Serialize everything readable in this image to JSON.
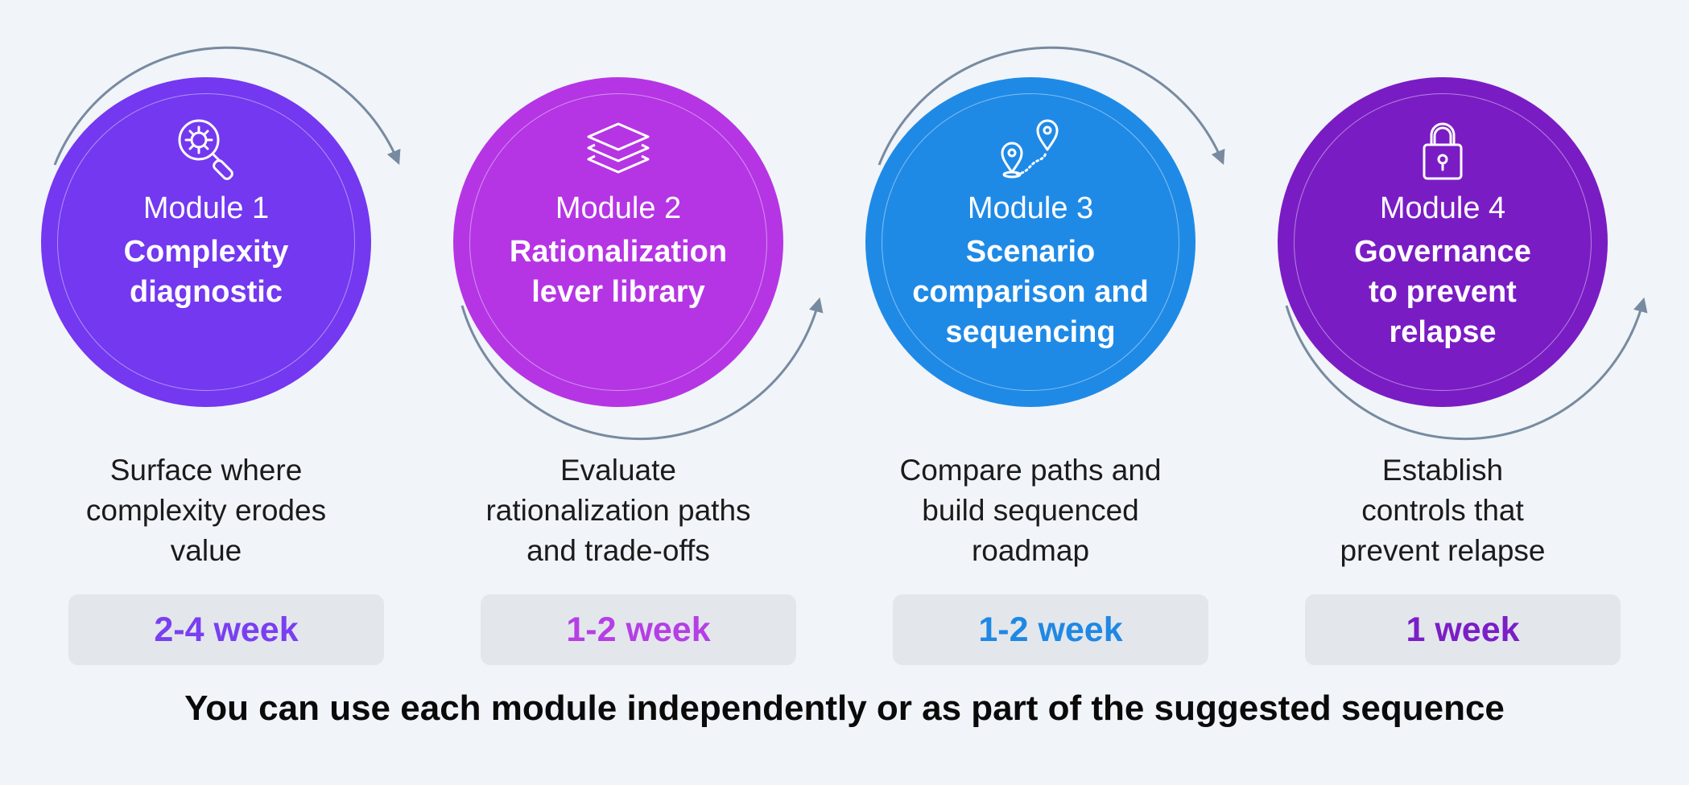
{
  "modules": [
    {
      "label": "Module 1",
      "title_lines": [
        "Complexity",
        "diagnostic"
      ],
      "description_lines": [
        "Surface where",
        "complexity erodes",
        "value"
      ],
      "duration": "2-4 week",
      "color": "#7338f0",
      "duration_color": "#7a3ff0",
      "icon": "gear-magnifier-icon"
    },
    {
      "label": "Module 2",
      "title_lines": [
        "Rationalization",
        "lever library"
      ],
      "description_lines": [
        "Evaluate",
        "rationalization paths",
        "and trade-offs"
      ],
      "duration": "1-2 week",
      "color": "#b535e4",
      "duration_color": "#b53fe4",
      "icon": "layers-icon"
    },
    {
      "label": "Module 3",
      "title_lines": [
        "Scenario",
        "comparison and",
        "sequencing"
      ],
      "description_lines": [
        "Compare paths and",
        "build sequenced",
        "roadmap"
      ],
      "duration": "1-2 week",
      "color": "#1f8ae6",
      "duration_color": "#1f88e4",
      "icon": "route-pins-icon"
    },
    {
      "label": "Module 4",
      "title_lines": [
        "Governance",
        "to prevent",
        "relapse"
      ],
      "description_lines": [
        "Establish",
        "controls that",
        "prevent relapse"
      ],
      "duration": "1 week",
      "color": "#7a1cc4",
      "duration_color": "#7b1ec6",
      "icon": "padlock-icon"
    }
  ],
  "footer": "You can use each module independently or as part of the suggested sequence",
  "colors": {
    "background": "#f1f4f8",
    "arc": "#778aa0",
    "duration_box": "#e3e7ec"
  }
}
